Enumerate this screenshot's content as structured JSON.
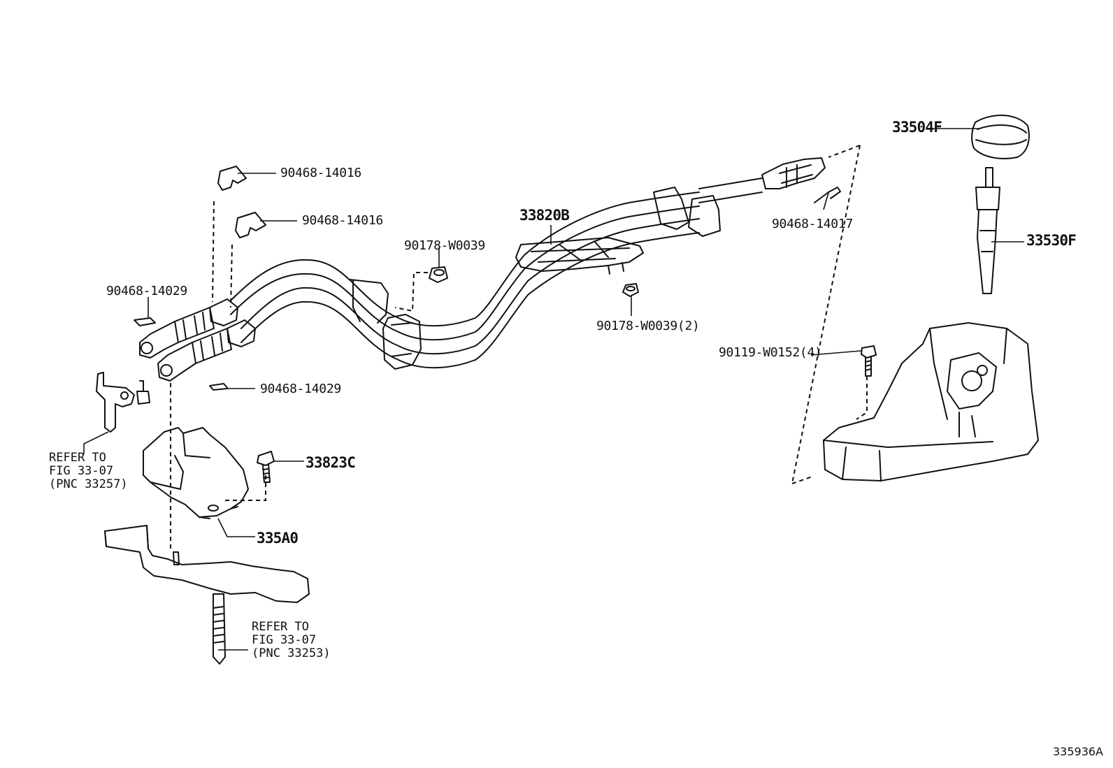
{
  "labels": {
    "part_33504F": "33504F",
    "part_33530F": "33530F",
    "part_33820B": "33820B",
    "part_33823C": "33823C",
    "part_335A0": "335A0",
    "clip_top_1": "90468-14016",
    "clip_top_2": "90468-14016",
    "clip_right": "90468-14017",
    "clip_left_1": "90468-14029",
    "clip_left_2": "90468-14029",
    "nut_single": "90178-W0039",
    "nut_double": "90178-W0039(2)",
    "bolt_four": "90119-W0152(4)"
  },
  "refs": {
    "upper": {
      "line1": "REFER TO",
      "line2": "FIG 33-07",
      "line3": "(PNC 33257)"
    },
    "lower": {
      "line1": "REFER TO",
      "line2": "FIG 33-07",
      "line3": "(PNC 33253)"
    }
  },
  "figure_id": "335936A",
  "colors": {
    "line": "#111111",
    "background": "#ffffff"
  }
}
